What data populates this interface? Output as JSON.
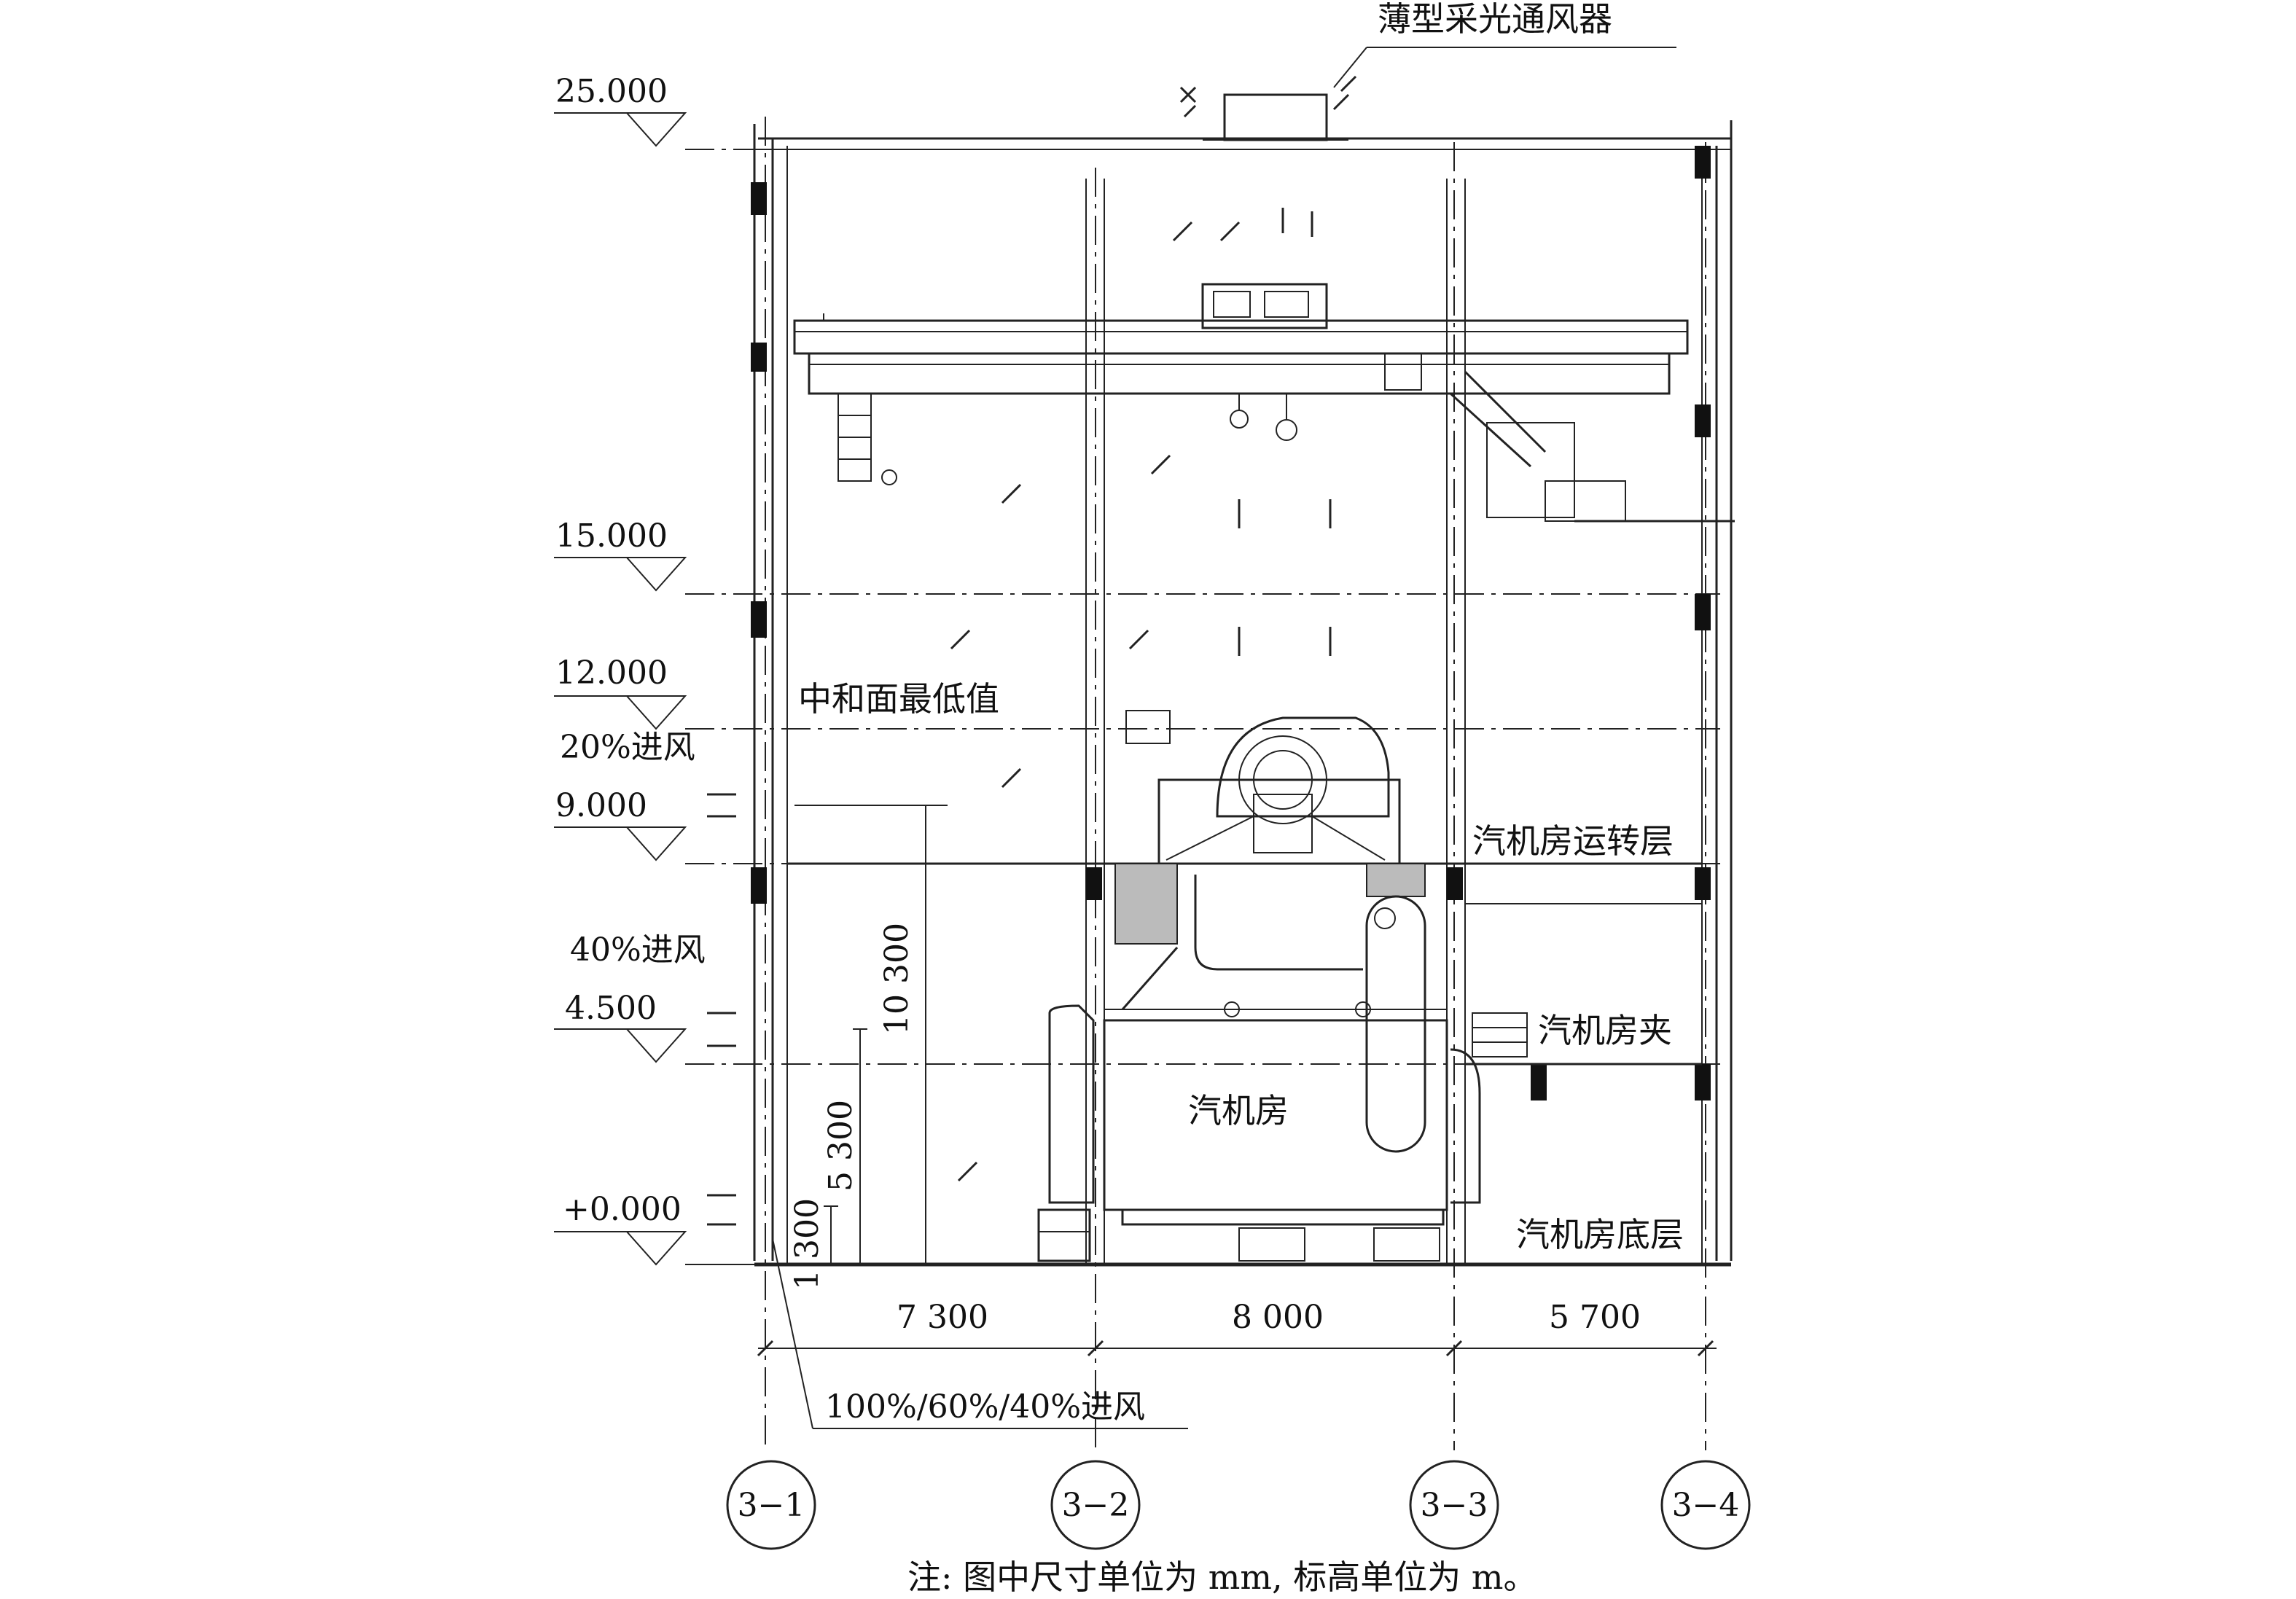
{
  "labels": {
    "skylight": "薄型采光通风器",
    "neutral_plane": "中和面最低值",
    "operating_floor": "汽机房运转层",
    "mezzanine": "汽机房夹",
    "turbine_hall": "汽机房",
    "ground_floor": "汽机房底层",
    "inlet_20": "20%进风",
    "inlet_40": "40%进风",
    "inlet_bottom": "100%/60%/40%进风"
  },
  "elevations": [
    "25.000",
    "15.000",
    "12.000",
    "9.000",
    "4.500",
    "+0.000"
  ],
  "dimensions": {
    "spans": [
      "7 300",
      "8 000",
      "5 700"
    ],
    "vertical": [
      "10 300",
      "5 300",
      "1 300"
    ]
  },
  "axes": [
    "3−1",
    "3−2",
    "3−3",
    "3−4"
  ],
  "note": "注: 图中尺寸单位为 mm, 标高单位为 m。"
}
